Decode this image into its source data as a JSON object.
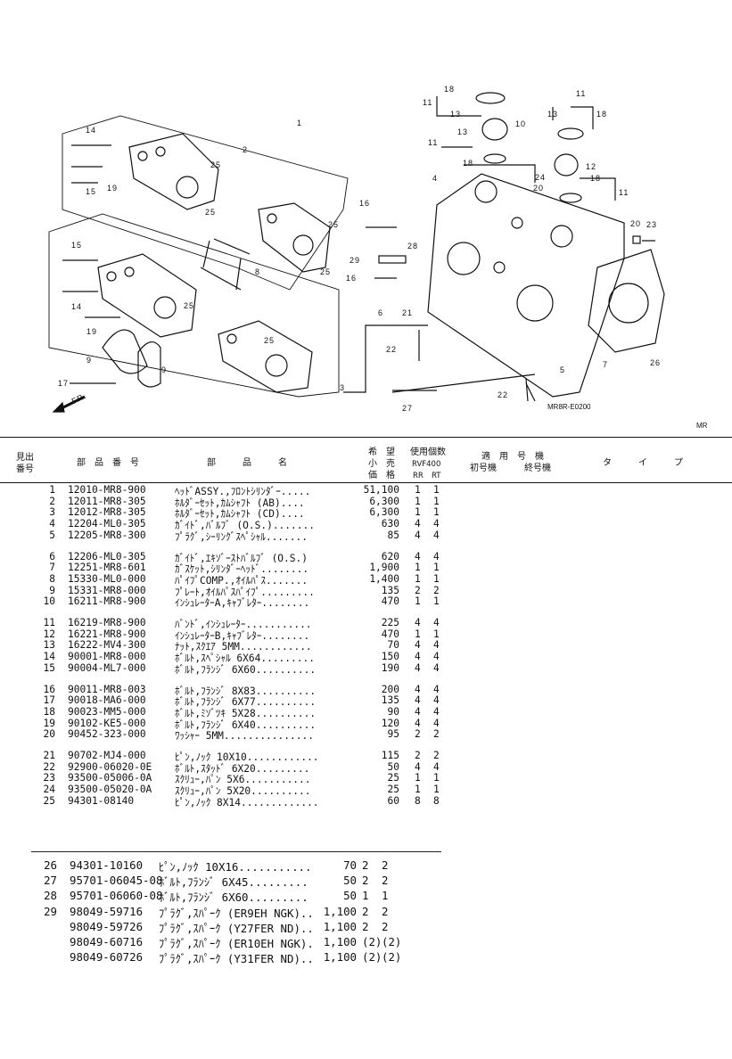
{
  "diagram": {
    "ref_code": "MR8R-E0200",
    "corner_tag": "MR",
    "callouts": [
      {
        "n": "1"
      },
      {
        "n": "2"
      },
      {
        "n": "3"
      },
      {
        "n": "4"
      },
      {
        "n": "5"
      },
      {
        "n": "6"
      },
      {
        "n": "7"
      },
      {
        "n": "8"
      },
      {
        "n": "9"
      },
      {
        "n": "10"
      },
      {
        "n": "11"
      },
      {
        "n": "12"
      },
      {
        "n": "13"
      },
      {
        "n": "14"
      },
      {
        "n": "15"
      },
      {
        "n": "16"
      },
      {
        "n": "17"
      },
      {
        "n": "18"
      },
      {
        "n": "19"
      },
      {
        "n": "20"
      },
      {
        "n": "21"
      },
      {
        "n": "22"
      },
      {
        "n": "23"
      },
      {
        "n": "24"
      },
      {
        "n": "25"
      },
      {
        "n": "26"
      },
      {
        "n": "27"
      },
      {
        "n": "28"
      },
      {
        "n": "29"
      }
    ],
    "front_label": "FR."
  },
  "header": {
    "col_no_1": "見出",
    "col_no_2": "番号",
    "col_part": "部　品　番　号",
    "col_name": "部　　　品　　　名",
    "col_price_1": "希　望",
    "col_price_2": "小　売",
    "col_price_3": "価　格",
    "col_qty_title": "使用個数",
    "col_qty_model": "RVF400",
    "col_qty_rr": "RR",
    "col_qty_rt": "RT",
    "col_apply": "適　用　号　機",
    "col_first": "初号機",
    "col_last": "終号機",
    "col_type": "タ　　　イ　　　プ"
  },
  "rows": [
    {
      "no": "1",
      "part": "12010-MR8-900",
      "name": "ﾍｯﾄﾞASSY.,ﾌﾛﾝﾄｼﾘﾝﾀﾞｰ.....",
      "price": "51,100",
      "rr": "1",
      "rt": "1"
    },
    {
      "no": "2",
      "part": "12011-MR8-305",
      "name": "ﾎﾙﾀﾞｰｾｯﾄ,ｶﾑｼｬﾌﾄ (AB)....",
      "price": "6,300",
      "rr": "1",
      "rt": "1"
    },
    {
      "no": "3",
      "part": "12012-MR8-305",
      "name": "ﾎﾙﾀﾞｰｾｯﾄ,ｶﾑｼｬﾌﾄ (CD)....",
      "price": "6,300",
      "rr": "1",
      "rt": "1"
    },
    {
      "no": "4",
      "part": "12204-ML0-305",
      "name": "ｶﾞｲﾄﾞ,ﾊﾞﾙﾌﾞ (O.S.).......",
      "price": "630",
      "rr": "4",
      "rt": "4"
    },
    {
      "no": "5",
      "part": "12205-MR8-300",
      "name": "ﾌﾟﾗｸﾞ,ｼｰﾘﾝｸﾞｽﾍﾟｼｬﾙ.......",
      "price": "85",
      "rr": "4",
      "rt": "4"
    },
    {
      "no": "6",
      "part": "12206-ML0-305",
      "name": "ｶﾞｲﾄﾞ,ｴｷｿﾞｰｽﾄﾊﾞﾙﾌﾞ (O.S.)",
      "price": "620",
      "rr": "4",
      "rt": "4"
    },
    {
      "no": "7",
      "part": "12251-MR8-601",
      "name": "ｶﾞｽｹｯﾄ,ｼﾘﾝﾀﾞｰﾍｯﾄﾞ........",
      "price": "1,900",
      "rr": "1",
      "rt": "1"
    },
    {
      "no": "8",
      "part": "15330-ML0-000",
      "name": "ﾊﾟｲﾌﾟCOMP.,ｵｲﾙﾊﾟｽ.......",
      "price": "1,400",
      "rr": "1",
      "rt": "1"
    },
    {
      "no": "9",
      "part": "15331-MR8-000",
      "name": "ﾌﾟﾚｰﾄ,ｵｲﾙﾊﾟｽﾊﾟｲﾌﾟ.........",
      "price": "135",
      "rr": "2",
      "rt": "2"
    },
    {
      "no": "10",
      "part": "16211-MR8-900",
      "name": "ｲﾝｼｭﾚｰﾀｰA,ｷｬﾌﾞﾚﾀｰ........",
      "price": "470",
      "rr": "1",
      "rt": "1"
    },
    {
      "no": "11",
      "part": "16219-MR8-900",
      "name": "ﾊﾞﾝﾄﾞ,ｲﾝｼｭﾚｰﾀｰ...........",
      "price": "225",
      "rr": "4",
      "rt": "4"
    },
    {
      "no": "12",
      "part": "16221-MR8-900",
      "name": "ｲﾝｼｭﾚｰﾀｰB,ｷｬﾌﾞﾚﾀｰ........",
      "price": "470",
      "rr": "1",
      "rt": "1"
    },
    {
      "no": "13",
      "part": "16222-MV4-300",
      "name": "ﾅｯﾄ,ｽｸｴｱ 5MM............",
      "price": "70",
      "rr": "4",
      "rt": "4"
    },
    {
      "no": "14",
      "part": "90001-MR8-000",
      "name": "ﾎﾞﾙﾄ,ｽﾍﾟｼｬﾙ 6X64.........",
      "price": "150",
      "rr": "4",
      "rt": "4"
    },
    {
      "no": "15",
      "part": "90004-ML7-000",
      "name": "ﾎﾞﾙﾄ,ﾌﾗﾝｼﾞ 6X60..........",
      "price": "190",
      "rr": "4",
      "rt": "4"
    },
    {
      "no": "16",
      "part": "90011-MR8-003",
      "name": "ﾎﾞﾙﾄ,ﾌﾗﾝｼﾞ 8X83..........",
      "price": "200",
      "rr": "4",
      "rt": "4"
    },
    {
      "no": "17",
      "part": "90018-MA6-000",
      "name": "ﾎﾞﾙﾄ,ﾌﾗﾝｼﾞ 6X77..........",
      "price": "135",
      "rr": "4",
      "rt": "4"
    },
    {
      "no": "18",
      "part": "90023-MM5-000",
      "name": "ﾎﾞﾙﾄ,ﾐｿﾞﾂｷ 5X28..........",
      "price": "90",
      "rr": "4",
      "rt": "4"
    },
    {
      "no": "19",
      "part": "90102-KE5-000",
      "name": "ﾎﾞﾙﾄ,ﾌﾗﾝｼﾞ 6X40..........",
      "price": "120",
      "rr": "4",
      "rt": "4"
    },
    {
      "no": "20",
      "part": "90452-323-000",
      "name": "ﾜｯｼｬｰ 5MM...............",
      "price": "95",
      "rr": "2",
      "rt": "2"
    },
    {
      "no": "21",
      "part": "90702-MJ4-000",
      "name": "ﾋﾟﾝ,ﾉｯｸ 10X10............",
      "price": "115",
      "rr": "2",
      "rt": "2"
    },
    {
      "no": "22",
      "part": "92900-06020-0E",
      "name": "ﾎﾞﾙﾄ,ｽﾀｯﾄﾞ 6X20.........",
      "price": "50",
      "rr": "4",
      "rt": "4"
    },
    {
      "no": "23",
      "part": "93500-05006-0A",
      "name": "ｽｸﾘｭｰ,ﾊﾟﾝ 5X6...........",
      "price": "25",
      "rr": "1",
      "rt": "1"
    },
    {
      "no": "24",
      "part": "93500-05020-0A",
      "name": "ｽｸﾘｭｰ,ﾊﾟﾝ 5X20..........",
      "price": "25",
      "rr": "1",
      "rt": "1"
    },
    {
      "no": "25",
      "part": "94301-08140",
      "name": "ﾋﾟﾝ,ﾉｯｸ 8X14.............",
      "price": "60",
      "rr": "8",
      "rt": "8"
    }
  ],
  "rows_lower": [
    {
      "no": "26",
      "part": "94301-10160",
      "name": "ﾋﾟﾝ,ﾉｯｸ 10X16...........",
      "price": "70",
      "rr": "2",
      "rt": "2"
    },
    {
      "no": "27",
      "part": "95701-06045-08",
      "name": "ﾎﾞﾙﾄ,ﾌﾗﾝｼﾞ 6X45.........",
      "price": "50",
      "rr": "2",
      "rt": "2"
    },
    {
      "no": "28",
      "part": "95701-06060-08",
      "name": "ﾎﾞﾙﾄ,ﾌﾗﾝｼﾞ 6X60.........",
      "price": "50",
      "rr": "1",
      "rt": "1"
    },
    {
      "no": "29",
      "part": "98049-59716",
      "name": "ﾌﾟﾗｸﾞ,ｽﾊﾟｰｸ (ER9EH NGK)..",
      "price": "1,100",
      "rr": "2",
      "rt": "2"
    },
    {
      "no": "",
      "part": "98049-59726",
      "name": "ﾌﾟﾗｸﾞ,ｽﾊﾟｰｸ (Y27FER ND)..",
      "price": "1,100",
      "rr": "2",
      "rt": "2"
    },
    {
      "no": "",
      "part": "98049-60716",
      "name": "ﾌﾟﾗｸﾞ,ｽﾊﾟｰｸ (ER10EH NGK).",
      "price": "1,100",
      "rr": "(2)",
      "rt": "(2)"
    },
    {
      "no": "",
      "part": "98049-60726",
      "name": "ﾌﾟﾗｸﾞ,ｽﾊﾟｰｸ (Y31FER ND)..",
      "price": "1,100",
      "rr": "(2)",
      "rt": "(2)"
    }
  ]
}
